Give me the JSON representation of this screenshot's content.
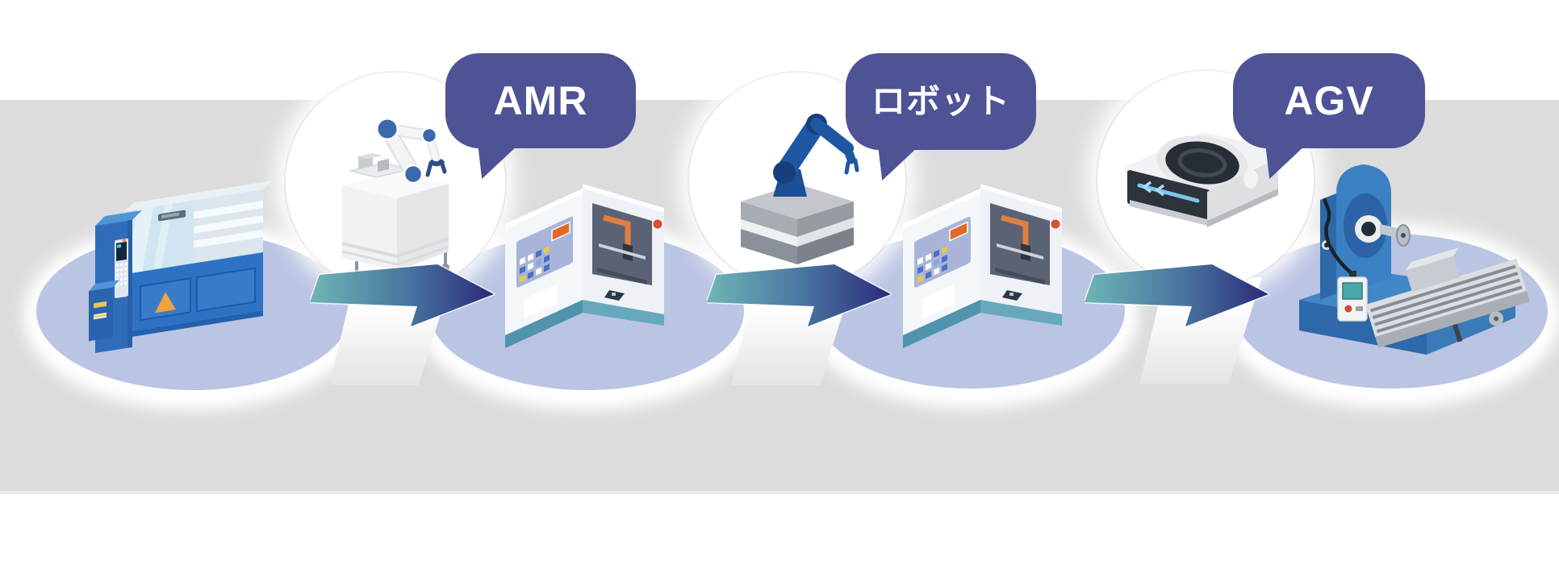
{
  "diagram": {
    "description_labels": {
      "transfer_1": "AMR",
      "transfer_2": "ロボット",
      "transfer_3": "AGV"
    },
    "flow": {
      "stations": [
        {
          "icon": "cnc-lathe-machine-icon"
        },
        {
          "icon": "machining-center-icon"
        },
        {
          "icon": "machining-center-icon"
        },
        {
          "icon": "surface-grinder-machine-icon"
        }
      ],
      "transfers": [
        {
          "label": "AMR",
          "icon": "amr-mobile-robot-icon"
        },
        {
          "label": "ロボット",
          "icon": "industrial-robot-arm-icon"
        },
        {
          "label": "AGV",
          "icon": "agv-vehicle-icon"
        }
      ]
    },
    "colors": {
      "background": "#ffffff",
      "floor_band": "#dcdcdc",
      "floor_band_edge": "#ececec",
      "platform_ellipse": "#bac4e3",
      "speech_bubble": "#4e5396",
      "speech_bubble_text": "#ffffff",
      "arrow_gradient_start": "#6fb5b6",
      "arrow_gradient_mid": "#47729f",
      "arrow_gradient_end": "#2b2a78",
      "machine_blue": "#2e73c3",
      "machine_white": "#f4f7fa",
      "robot_blue": "#1f57a3"
    }
  }
}
